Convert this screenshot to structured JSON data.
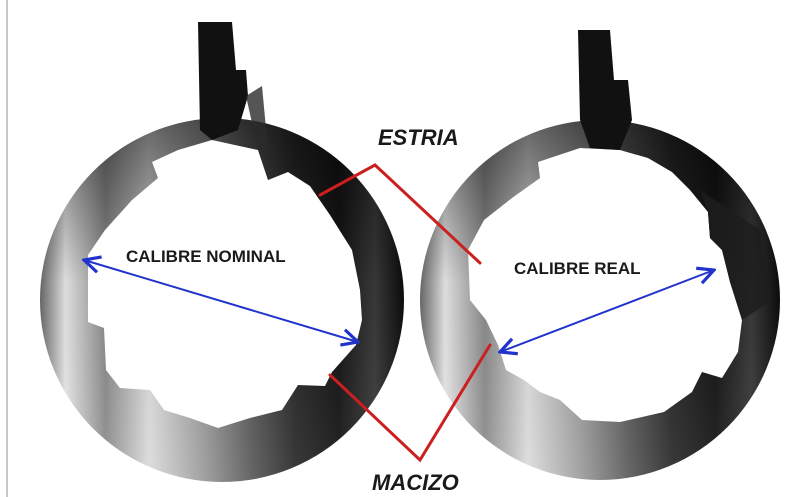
{
  "diagram": {
    "labels": {
      "estria": "ESTRIA",
      "macizo": "MACIZO",
      "calibre_nominal": "CALIBRE NOMINAL",
      "calibre_real": "CALIBRE REAL"
    },
    "colors": {
      "leader_line": "#cc1f1f",
      "caliber_arrow": "#2233cc",
      "metal_dark": "#111111",
      "metal_light": "#e6e6e6",
      "bore": "#ffffff"
    }
  }
}
